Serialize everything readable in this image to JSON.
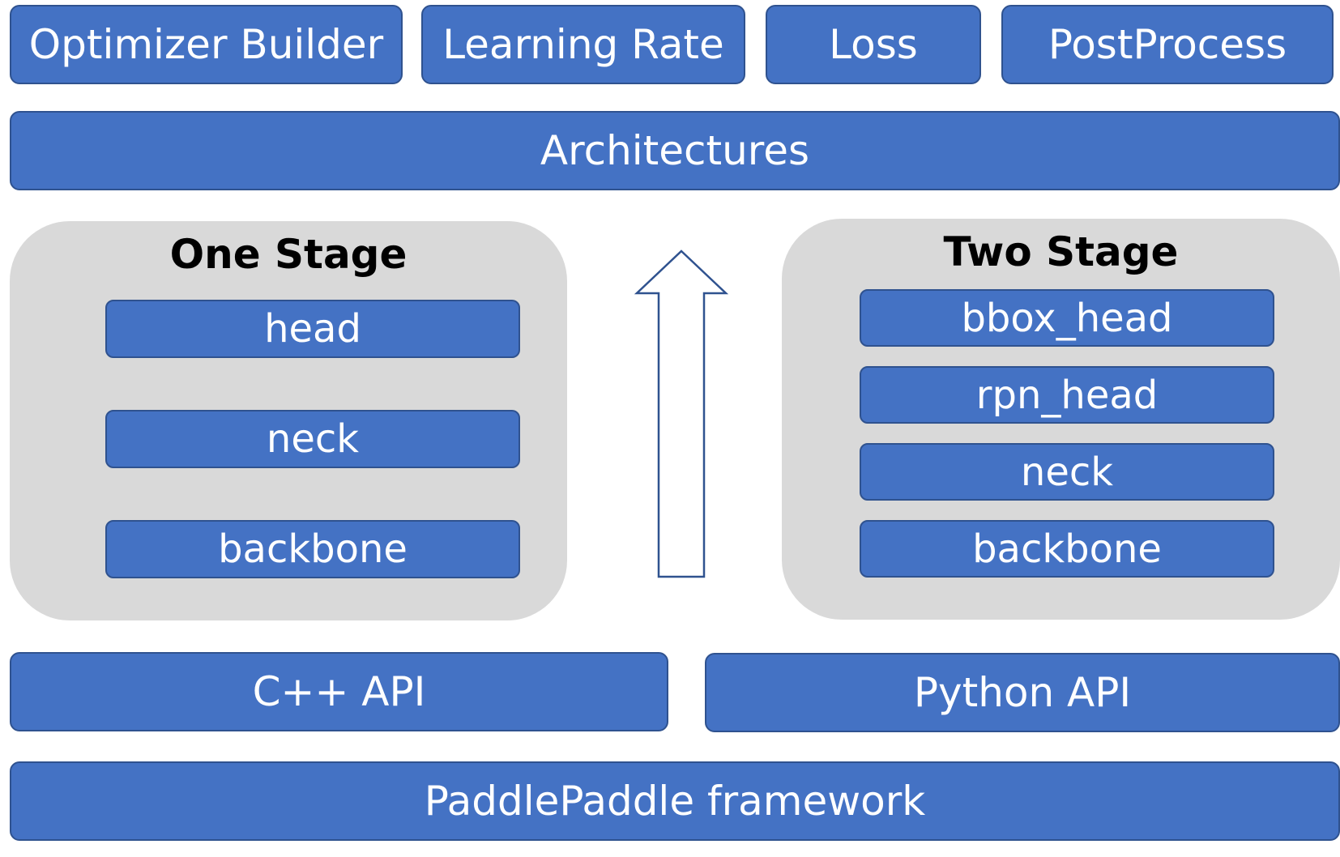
{
  "colors": {
    "box_fill": "#4472c4",
    "box_border": "#2f528f",
    "group_fill": "#d9d9d9",
    "arrow_stroke": "#2f528f",
    "text_light": "#ffffff",
    "text_dark": "#000000"
  },
  "top_row": {
    "optimizer_builder": "Optimizer Builder",
    "learning_rate": "Learning Rate",
    "loss": "Loss",
    "postprocess": "PostProcess"
  },
  "architectures": "Architectures",
  "one_stage": {
    "title": "One Stage",
    "head": "head",
    "neck": "neck",
    "backbone": "backbone"
  },
  "two_stage": {
    "title": "Two Stage",
    "bbox_head": "bbox_head",
    "rpn_head": "rpn_head",
    "neck": "neck",
    "backbone": "backbone"
  },
  "apis": {
    "cpp": "C++ API",
    "python": "Python API"
  },
  "framework": "PaddlePaddle framework",
  "icons": {
    "flow_arrow": "up-arrow-icon"
  }
}
